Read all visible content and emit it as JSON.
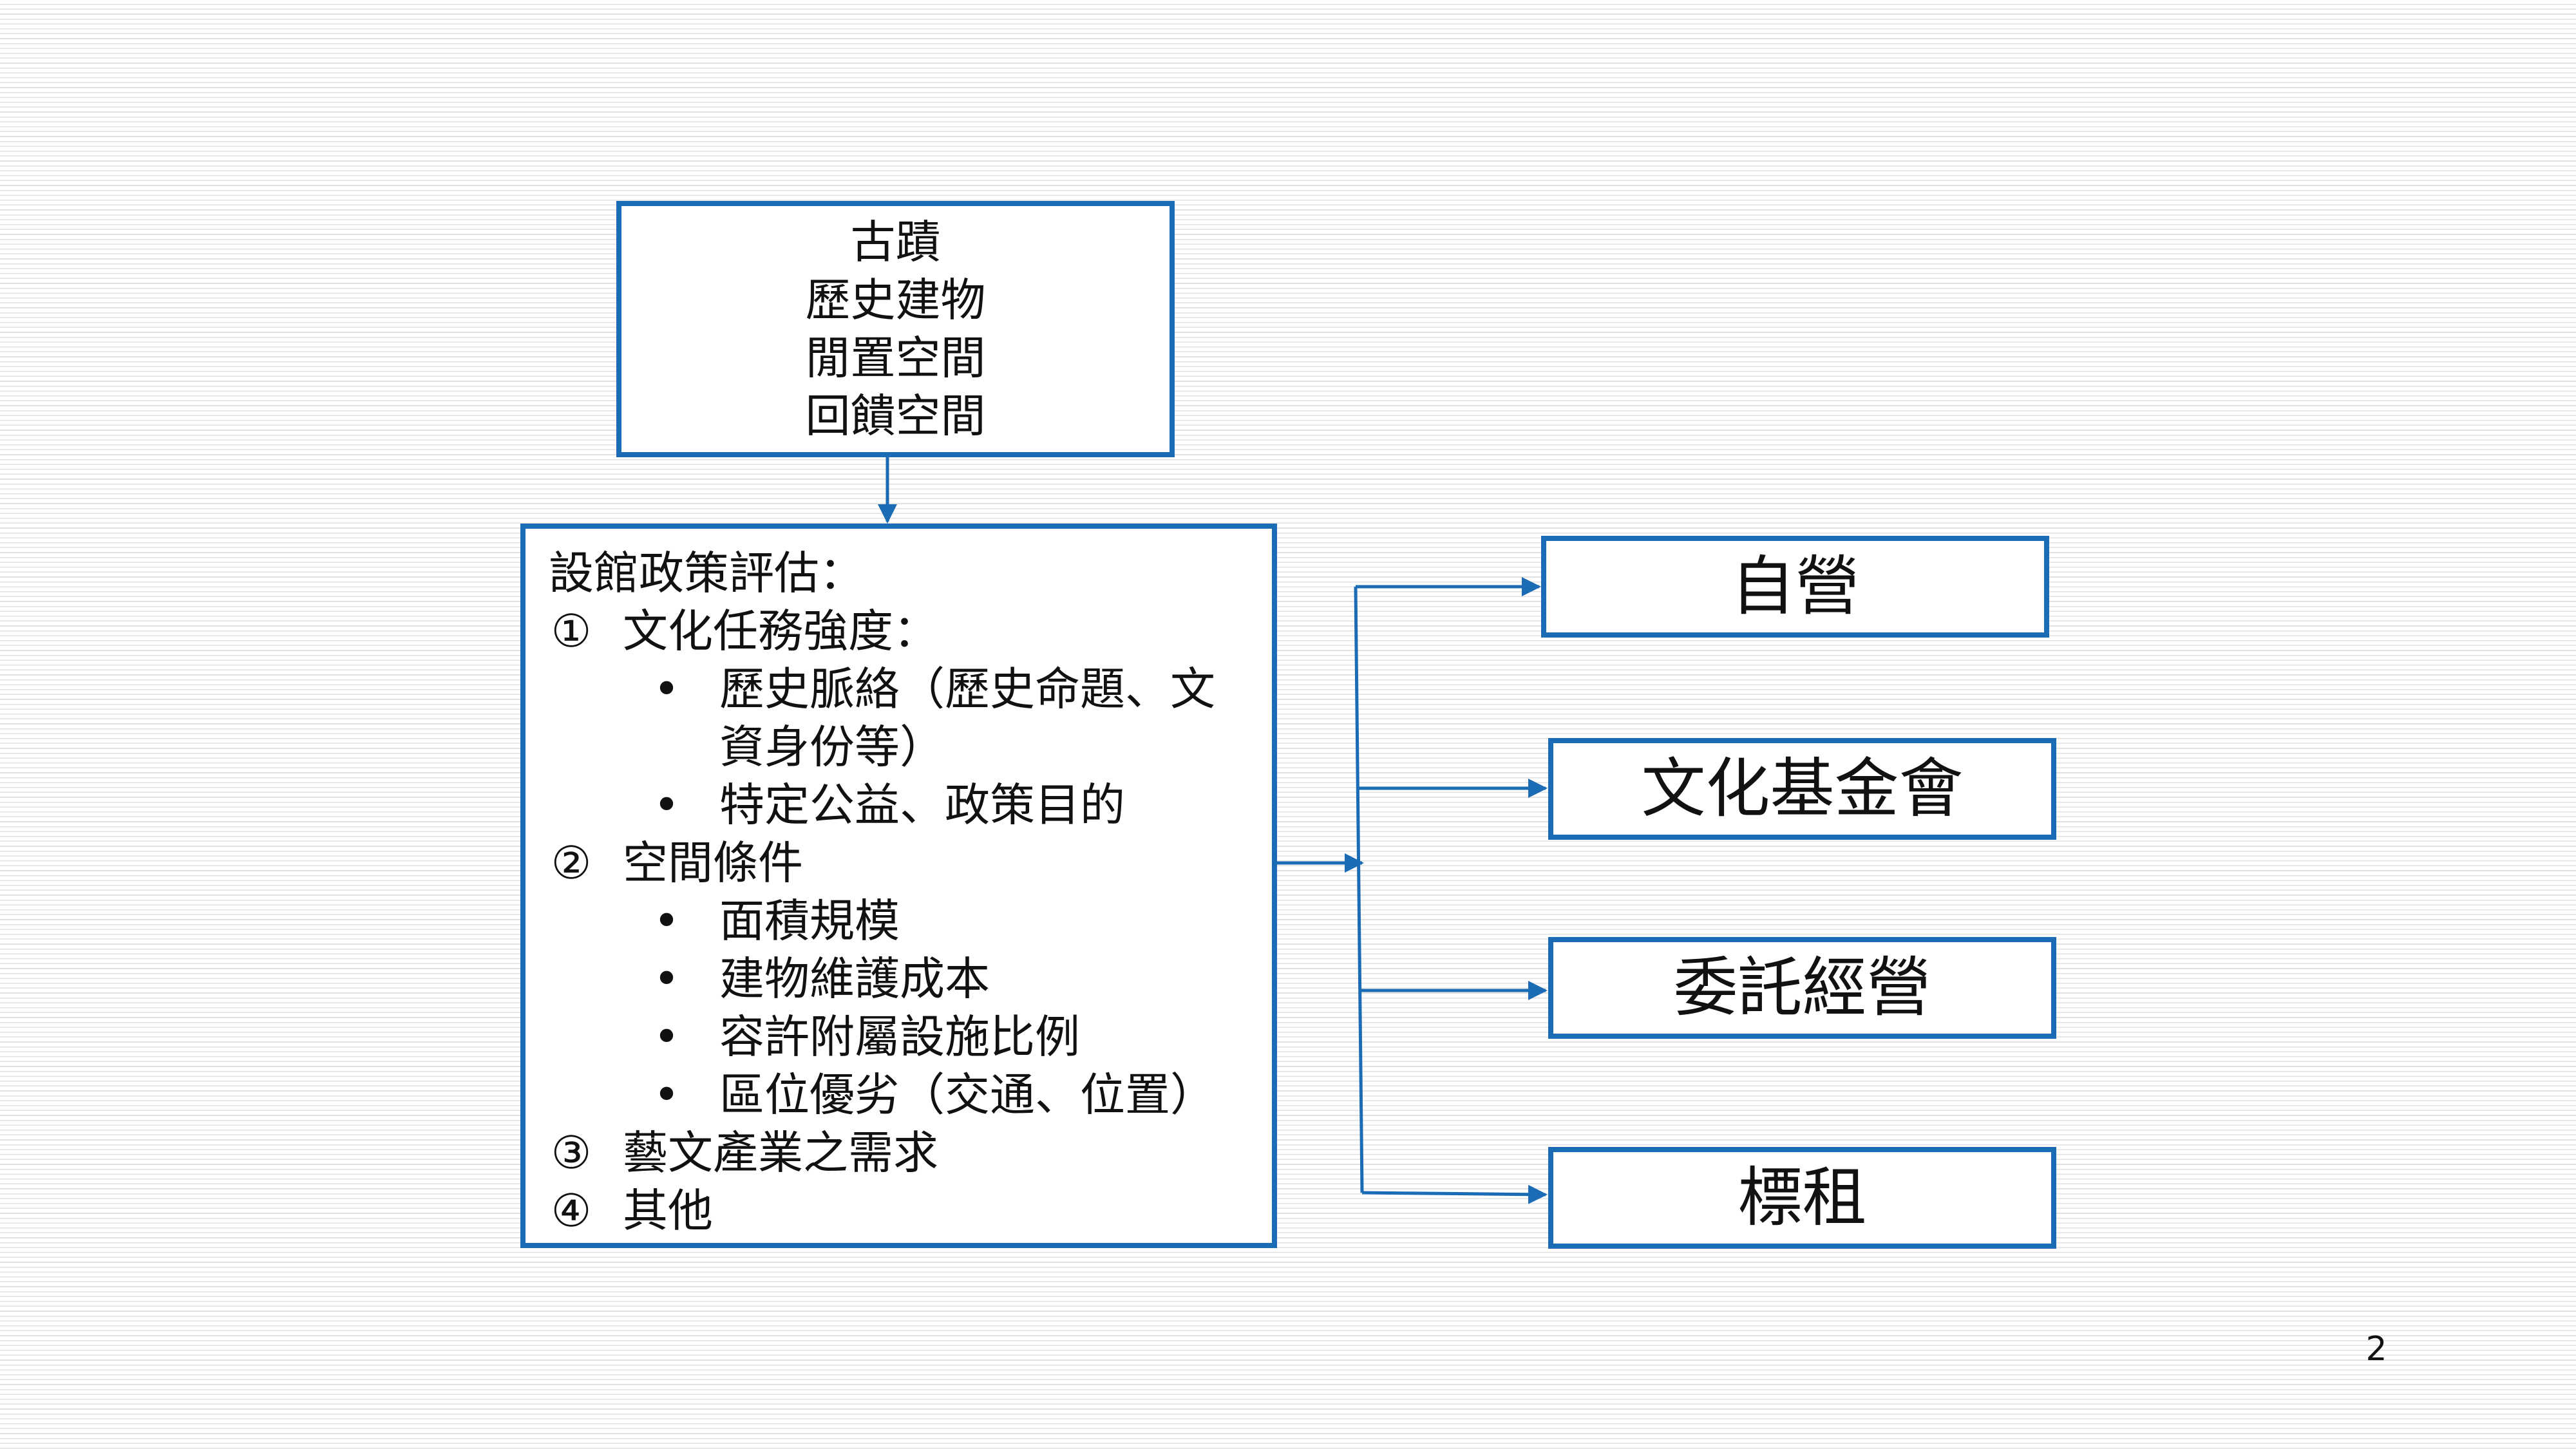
{
  "source": {
    "lines": [
      "古蹟",
      "歷史建物",
      "閒置空間",
      "回饋空間"
    ]
  },
  "evaluation": {
    "title": "設館政策評估：",
    "criteria": [
      {
        "marker": "①",
        "label": "文化任務強度：",
        "bullets": [
          [
            "歷史脈絡（歷史命題、文",
            "資身份等）"
          ],
          [
            "特定公益、政策目的"
          ]
        ]
      },
      {
        "marker": "②",
        "label": "空間條件",
        "bullets": [
          [
            "面積規模"
          ],
          [
            "建物維護成本"
          ],
          [
            "容許附屬設施比例"
          ],
          [
            "區位優劣（交通、位置）"
          ]
        ]
      },
      {
        "marker": "③",
        "label": "藝文產業之需求",
        "bullets": []
      },
      {
        "marker": "④",
        "label": "其他",
        "bullets": []
      }
    ],
    "bullet_symbol": "•"
  },
  "options": [
    {
      "label": "自營"
    },
    {
      "label": "文化基金會"
    },
    {
      "label": "委託經營"
    },
    {
      "label": "標租"
    }
  ],
  "page_number": "2",
  "colors": {
    "connector": "#1b6bb5",
    "box_border": "#1b6bb5"
  }
}
